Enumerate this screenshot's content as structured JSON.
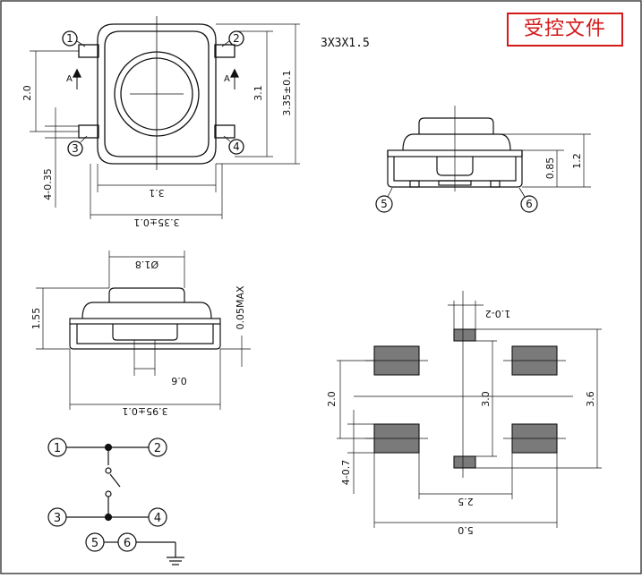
{
  "stamp": {
    "text": "受控文件"
  },
  "model": "3X3X1.5",
  "top_view": {
    "pins": [
      "1",
      "2",
      "3",
      "4"
    ],
    "section_marks": [
      "A",
      "A"
    ],
    "dims": {
      "pitch": "2.0",
      "lead_width": "4-0.35",
      "body": "3.1",
      "overall": "3.35±0.1"
    }
  },
  "side_view": {
    "pins": [
      "5",
      "6"
    ],
    "dims": {
      "height1": "0.85",
      "height2": "1.2"
    }
  },
  "front_view": {
    "dims": {
      "actuator": "Ø1.8",
      "height": "1.55",
      "flatness": "0.05MAX",
      "lead": "0.6",
      "width": "3.95±0.1"
    }
  },
  "pad_layout": {
    "dims": {
      "pad_w": "1.0-2",
      "pitch_y": "2.0",
      "inner": "3.0",
      "outer": "3.6",
      "pad_h": "4-0.7",
      "x_inner": "2.5",
      "x_outer": "5.0"
    }
  },
  "schematic": {
    "nodes": [
      "1",
      "2",
      "3",
      "4",
      "5",
      "6"
    ]
  }
}
